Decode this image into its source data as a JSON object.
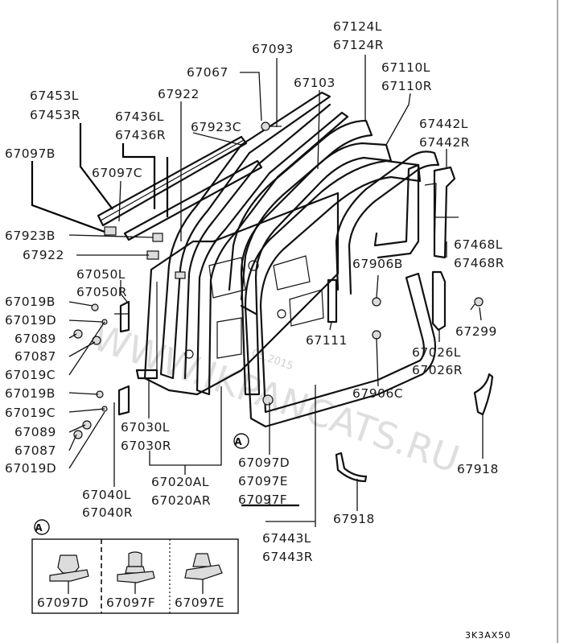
{
  "labels": {
    "p67124L": "67124L",
    "p67124R": "67124R",
    "p67093": "67093",
    "p67110L": "67110L",
    "p67110R": "67110R",
    "p67067": "67067",
    "p67103": "67103",
    "p67453L": "67453L",
    "p67453R": "67453R",
    "p67922_top": "67922",
    "p67436L": "67436L",
    "p67436R": "67436R",
    "p67923C": "67923C",
    "p67442L": "67442L",
    "p67442R": "67442R",
    "p67097B": "67097B",
    "p67097C": "67097C",
    "p67923B": "67923B",
    "p67922_mid": "67922",
    "p67468L": "67468L",
    "p67468R": "67468R",
    "p67050L": "67050L",
    "p67050R": "67050R",
    "p67906B": "67906B",
    "p67019B_1": "67019B",
    "p67019D_1": "67019D",
    "p67089_1": "67089",
    "p67087_1": "67087",
    "p67019C_1": "67019C",
    "p67299": "67299",
    "p67111": "67111",
    "p67026L": "67026L",
    "p67026R": "67026R",
    "p67019B_2": "67019B",
    "p67019C_2": "67019C",
    "p67906C": "67906C",
    "p67030L": "67030L",
    "p67030R": "67030R",
    "p67089_2": "67089",
    "p67087_2": "67087",
    "p67019D_2": "67019D",
    "p67097D": "67097D",
    "p67097E": "67097E",
    "p67097F": "67097F",
    "p67918_right": "67918",
    "p67020AL": "67020AL",
    "p67020AR": "67020AR",
    "p67040L": "67040L",
    "p67040R": "67040R",
    "p67918_bottom": "67918",
    "p67443L": "67443L",
    "p67443R": "67443R",
    "detailA_1": "A",
    "detailA_2": "A",
    "inset_67097D": "67097D",
    "inset_67097F": "67097F",
    "inset_67097E": "67097E",
    "figure_code": "3K3AX50"
  },
  "watermark": {
    "site": "WWW.IKPANCATS.RU",
    "date": "05.2015"
  }
}
